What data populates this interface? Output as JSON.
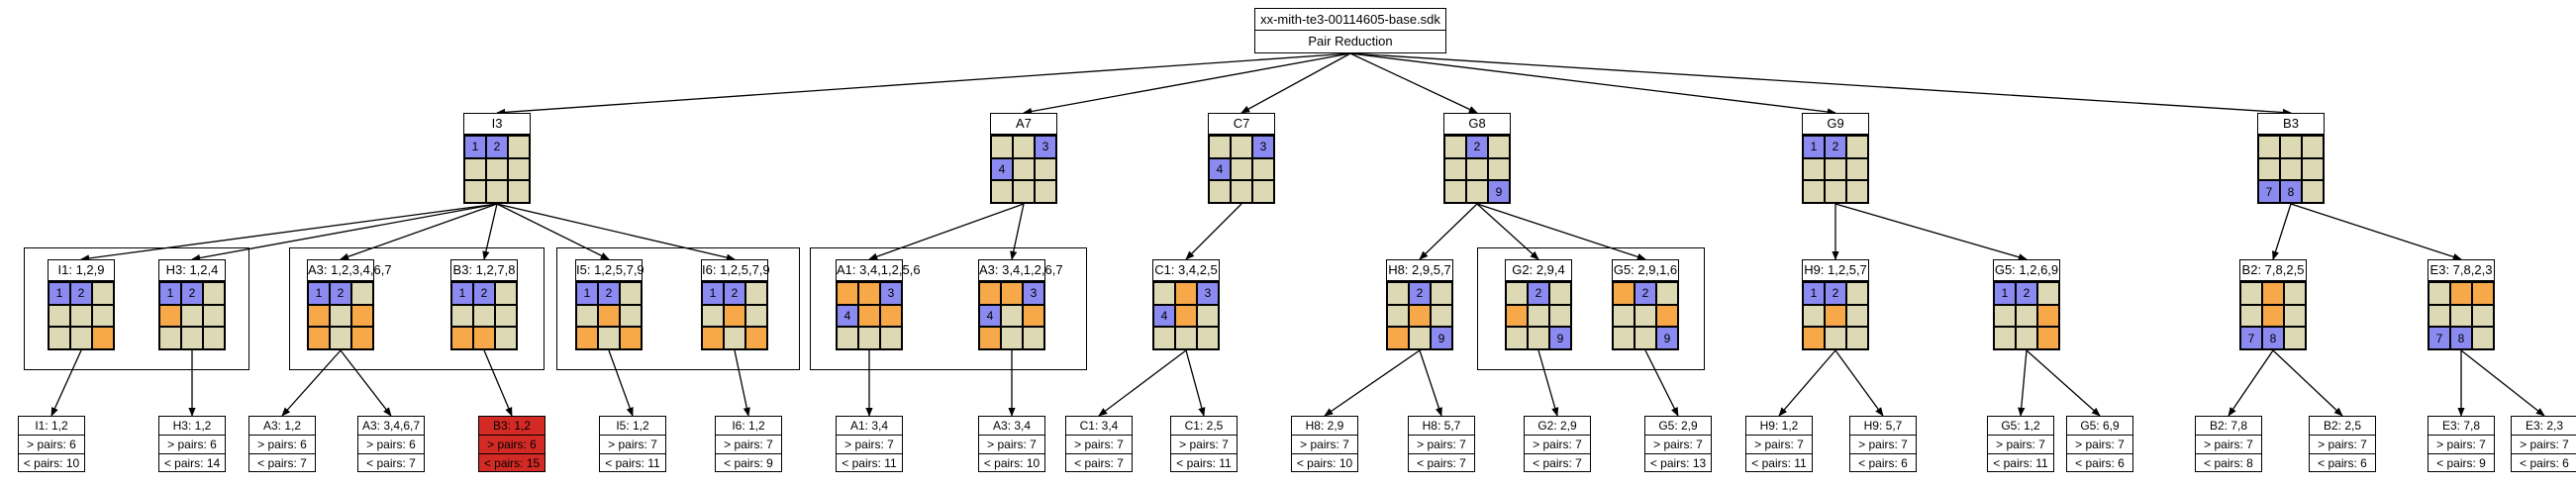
{
  "colors": {
    "blue": "#8a8af0",
    "orange": "#f7a849",
    "tan": "#dcd9b4",
    "red": "#d42a25"
  },
  "root": {
    "title": "xx-mith-te3-00114605-base.sdk",
    "subtitle": "Pair Reduction"
  },
  "level1": [
    {
      "id": "I3",
      "label": "I3",
      "cells": [
        "b1",
        "b2",
        "t",
        "t",
        "t",
        "t",
        "t",
        "t",
        "t"
      ]
    },
    {
      "id": "A7",
      "label": "A7",
      "cells": [
        "t",
        "t",
        "b3",
        "b4",
        "t",
        "t",
        "t",
        "t",
        "t"
      ]
    },
    {
      "id": "C7",
      "label": "C7",
      "cells": [
        "t",
        "t",
        "b3",
        "b4",
        "t",
        "t",
        "t",
        "t",
        "t"
      ]
    },
    {
      "id": "G8",
      "label": "G8",
      "cells": [
        "t",
        "b2",
        "t",
        "t",
        "t",
        "t",
        "t",
        "t",
        "b9"
      ]
    },
    {
      "id": "G9",
      "label": "G9",
      "cells": [
        "b1",
        "b2",
        "t",
        "t",
        "t",
        "t",
        "t",
        "t",
        "t"
      ]
    },
    {
      "id": "B3",
      "label": "B3",
      "cells": [
        "t",
        "t",
        "t",
        "t",
        "t",
        "t",
        "b7",
        "b8",
        "t"
      ]
    }
  ],
  "level2": [
    {
      "id": "I1",
      "label": "I1: 1,2,9",
      "cells": [
        "b1",
        "b2",
        "t",
        "t",
        "t",
        "t",
        "t",
        "t",
        "o"
      ]
    },
    {
      "id": "H3",
      "label": "H3: 1,2,4",
      "cells": [
        "b1",
        "b2",
        "t",
        "o",
        "t",
        "t",
        "t",
        "t",
        "t"
      ]
    },
    {
      "id": "A3a",
      "label": "A3: 1,2,3,4,6,7",
      "cells": [
        "b1",
        "b2",
        "t",
        "o",
        "t",
        "o",
        "o",
        "t",
        "o"
      ]
    },
    {
      "id": "B3a",
      "label": "B3: 1,2,7,8",
      "cells": [
        "b1",
        "b2",
        "t",
        "t",
        "t",
        "t",
        "o",
        "o",
        "t"
      ]
    },
    {
      "id": "I5",
      "label": "I5: 1,2,5,7,9",
      "cells": [
        "b1",
        "b2",
        "t",
        "t",
        "o",
        "t",
        "o",
        "t",
        "o"
      ]
    },
    {
      "id": "I6",
      "label": "I6: 1,2,5,7,9",
      "cells": [
        "b1",
        "b2",
        "t",
        "t",
        "o",
        "t",
        "o",
        "t",
        "o"
      ]
    },
    {
      "id": "A1",
      "label": "A1: 3,4,1,2,5,6",
      "cells": [
        "o",
        "o",
        "b3",
        "b4",
        "o",
        "o",
        "t",
        "t",
        "t"
      ]
    },
    {
      "id": "A3b",
      "label": "A3: 3,4,1,2,6,7",
      "cells": [
        "o",
        "o",
        "b3",
        "b4",
        "t",
        "o",
        "o",
        "t",
        "t"
      ]
    },
    {
      "id": "C1",
      "label": "C1: 3,4,2,5",
      "cells": [
        "t",
        "o",
        "b3",
        "b4",
        "o",
        "t",
        "t",
        "t",
        "t"
      ]
    },
    {
      "id": "H8",
      "label": "H8: 2,9,5,7",
      "cells": [
        "t",
        "b2",
        "t",
        "t",
        "o",
        "t",
        "o",
        "t",
        "b9"
      ]
    },
    {
      "id": "G2",
      "label": "G2: 2,9,4",
      "cells": [
        "t",
        "b2",
        "t",
        "o",
        "t",
        "t",
        "t",
        "t",
        "b9"
      ]
    },
    {
      "id": "G5a",
      "label": "G5: 2,9,1,6",
      "cells": [
        "o",
        "b2",
        "t",
        "t",
        "t",
        "o",
        "t",
        "t",
        "b9"
      ]
    },
    {
      "id": "H9",
      "label": "H9: 1,2,5,7",
      "cells": [
        "b1",
        "b2",
        "t",
        "t",
        "o",
        "t",
        "o",
        "t",
        "t"
      ]
    },
    {
      "id": "G5b",
      "label": "G5: 1,2,6,9",
      "cells": [
        "b1",
        "b2",
        "t",
        "t",
        "t",
        "o",
        "t",
        "t",
        "o"
      ]
    },
    {
      "id": "B2",
      "label": "B2: 7,8,2,5",
      "cells": [
        "t",
        "o",
        "t",
        "t",
        "o",
        "t",
        "b7",
        "b8",
        "t"
      ]
    },
    {
      "id": "E3",
      "label": "E3: 7,8,2,3",
      "cells": [
        "t",
        "o",
        "o",
        "t",
        "t",
        "t",
        "b7",
        "b8",
        "t"
      ]
    }
  ],
  "leaves": [
    {
      "label": "I1: 1,2",
      "gt": "> pairs: 6",
      "lt": "< pairs: 10",
      "highlight": false
    },
    {
      "label": "H3: 1,2",
      "gt": "> pairs: 6",
      "lt": "< pairs: 14",
      "highlight": false
    },
    {
      "label": "A3: 1,2",
      "gt": "> pairs: 6",
      "lt": "< pairs: 7",
      "highlight": false
    },
    {
      "label": "A3: 3,4,6,7",
      "gt": "> pairs: 6",
      "lt": "< pairs: 7",
      "highlight": false
    },
    {
      "label": "B3: 1,2",
      "gt": "> pairs: 6",
      "lt": "< pairs: 15",
      "highlight": true
    },
    {
      "label": "I5: 1,2",
      "gt": "> pairs: 7",
      "lt": "< pairs: 11",
      "highlight": false
    },
    {
      "label": "I6: 1,2",
      "gt": "> pairs: 7",
      "lt": "< pairs: 9",
      "highlight": false
    },
    {
      "label": "A1: 3,4",
      "gt": "> pairs: 7",
      "lt": "< pairs: 11",
      "highlight": false
    },
    {
      "label": "A3: 3,4",
      "gt": "> pairs: 7",
      "lt": "< pairs: 10",
      "highlight": false
    },
    {
      "label": "C1: 3,4",
      "gt": "> pairs: 7",
      "lt": "< pairs: 7",
      "highlight": false
    },
    {
      "label": "C1: 2,5",
      "gt": "> pairs: 7",
      "lt": "< pairs: 11",
      "highlight": false
    },
    {
      "label": "H8: 2,9",
      "gt": "> pairs: 7",
      "lt": "< pairs: 10",
      "highlight": false
    },
    {
      "label": "H8: 5,7",
      "gt": "> pairs: 7",
      "lt": "< pairs: 7",
      "highlight": false
    },
    {
      "label": "G2: 2,9",
      "gt": "> pairs: 7",
      "lt": "< pairs: 7",
      "highlight": false
    },
    {
      "label": "G5: 2,9",
      "gt": "> pairs: 7",
      "lt": "< pairs: 13",
      "highlight": false
    },
    {
      "label": "H9: 1,2",
      "gt": "> pairs: 7",
      "lt": "< pairs: 11",
      "highlight": false
    },
    {
      "label": "H9: 5,7",
      "gt": "> pairs: 7",
      "lt": "< pairs: 6",
      "highlight": false
    },
    {
      "label": "G5: 1,2",
      "gt": "> pairs: 7",
      "lt": "< pairs: 11",
      "highlight": false
    },
    {
      "label": "G5: 6,9",
      "gt": "> pairs: 7",
      "lt": "< pairs: 6",
      "highlight": false
    },
    {
      "label": "B2: 7,8",
      "gt": "> pairs: 7",
      "lt": "< pairs: 8",
      "highlight": false
    },
    {
      "label": "B2: 2,5",
      "gt": "> pairs: 7",
      "lt": "< pairs: 6",
      "highlight": false
    },
    {
      "label": "E3: 7,8",
      "gt": "> pairs: 7",
      "lt": "< pairs: 9",
      "highlight": false
    },
    {
      "label": "E3: 2,3",
      "gt": "> pairs: 7",
      "lt": "< pairs: 6",
      "highlight": false
    }
  ]
}
